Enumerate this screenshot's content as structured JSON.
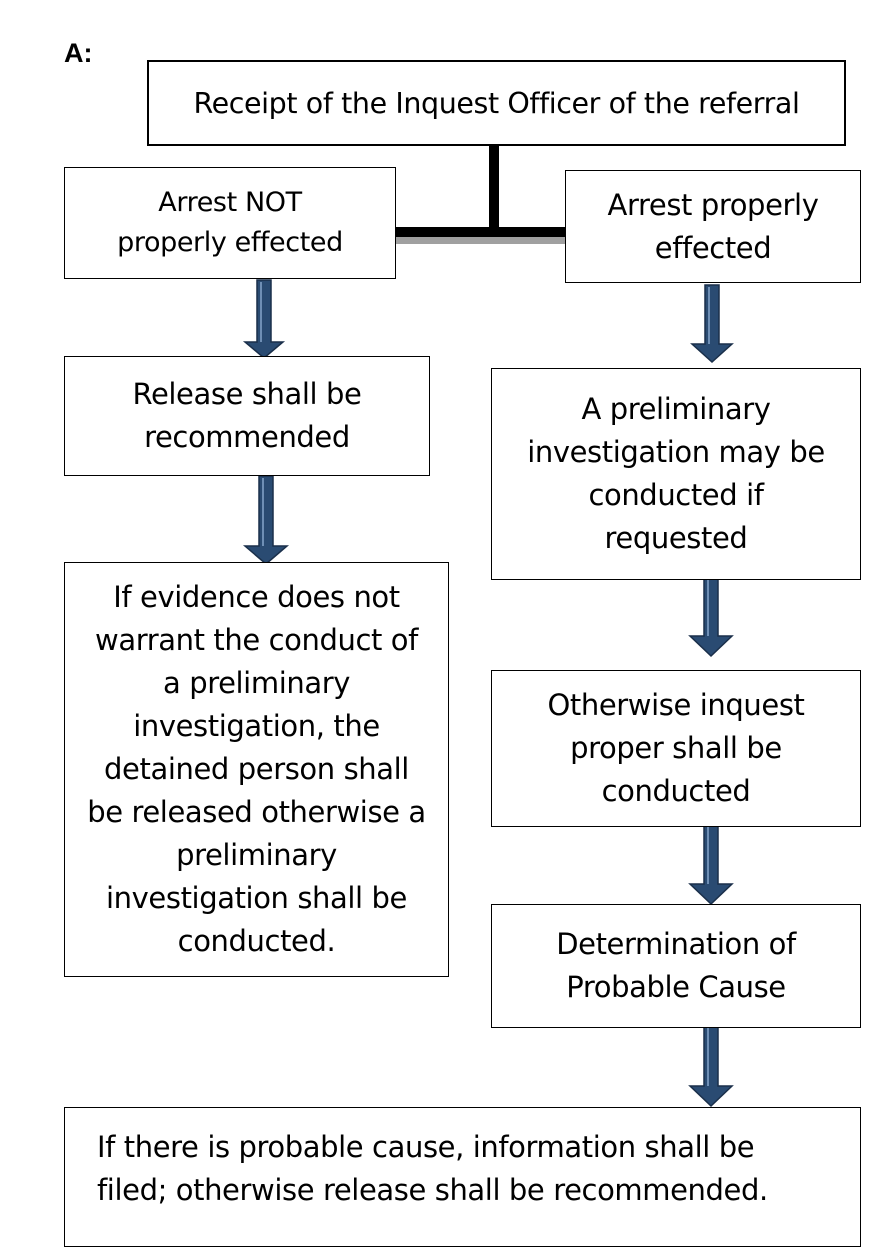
{
  "section_label": "A:",
  "nodes": {
    "receipt": "Receipt of the Inquest Officer of the referral",
    "not_effected": "Arrest NOT properly effected",
    "effected": "Arrest properly effected",
    "release": "Release shall be recommended",
    "preliminary": "A preliminary investigation may be conducted if requested",
    "evidence": "If evidence does not warrant the conduct of a preliminary investigation, the detained person shall be released otherwise a preliminary investigation shall be conducted.",
    "inquest": "Otherwise inquest proper shall be conducted",
    "probable": "Determination of Probable Cause",
    "final": "If there is probable cause, information shall be filed; otherwise release shall be recommended."
  },
  "colors": {
    "arrow_fill": "#2a4b72",
    "arrow_stroke": "#1a2f4a",
    "connector": "#000000",
    "connector_shadow": "#a0a0a0"
  }
}
